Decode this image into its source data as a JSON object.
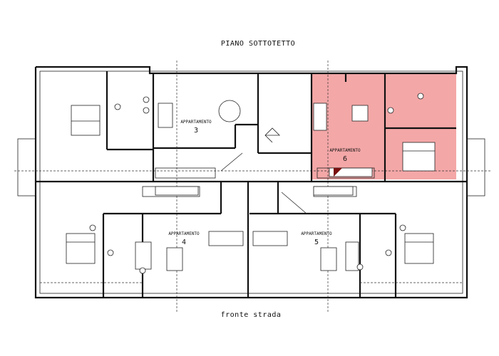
{
  "title": "PIANO SOTTOTETTO",
  "footer": "fronte strada",
  "highlight_color": "#f4a7a7",
  "apartments": [
    {
      "id": "3",
      "label": "APPARTAMENTO",
      "number": "3"
    },
    {
      "id": "4",
      "label": "APPARTAMENTO",
      "number": "4"
    },
    {
      "id": "5",
      "label": "APPARTAMENTO",
      "number": "5"
    },
    {
      "id": "6",
      "label": "APPARTAMENTO",
      "number": "6",
      "highlighted": true
    }
  ]
}
